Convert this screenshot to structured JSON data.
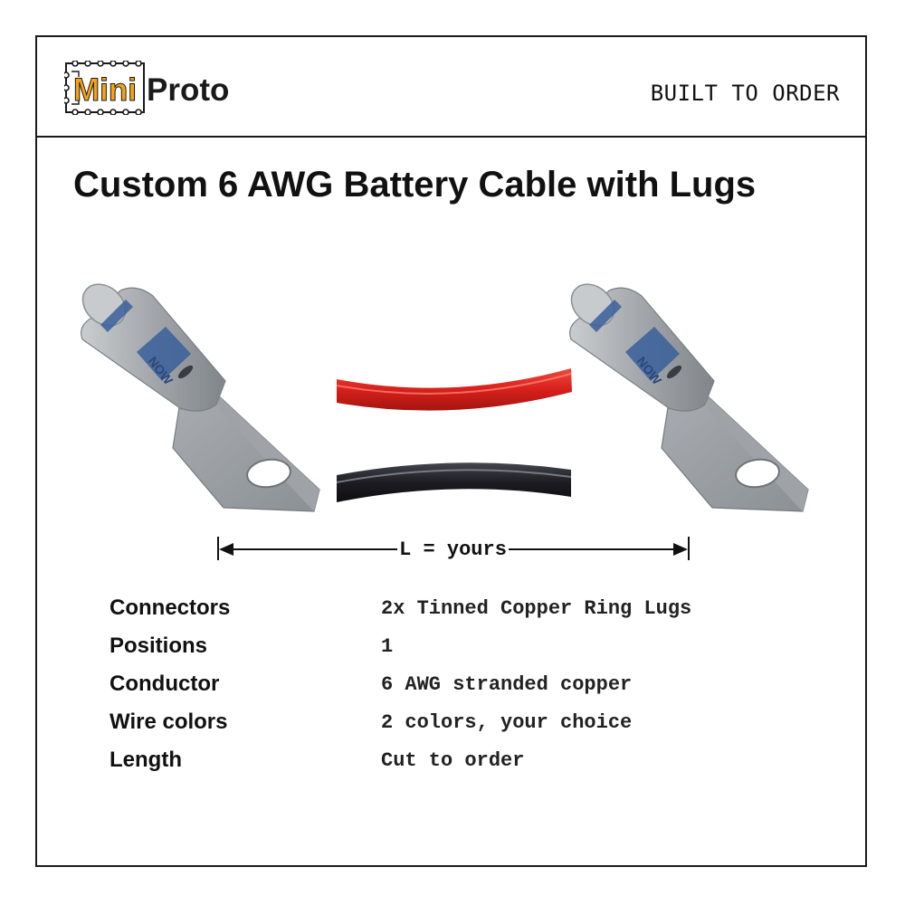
{
  "brand": {
    "name_part1": "Mini",
    "name_part2": "Proto",
    "logo_icon": "circuit-board-icon",
    "accent_color": "#f5a315",
    "text_color": "#1a1a1a"
  },
  "header": {
    "tag": "BUILT TO ORDER"
  },
  "product": {
    "title": "Custom 6 AWG Battery Cable with Lugs"
  },
  "illustration": {
    "left_connector_icon": "ring-lug-icon",
    "right_connector_icon": "ring-lug-icon",
    "wires": [
      {
        "color_name": "red",
        "color": "#d8201c"
      },
      {
        "color_name": "black",
        "color": "#1c1c22"
      }
    ],
    "lug_band_color": "#3a5f9a",
    "length_label": "L = yours"
  },
  "specs": [
    {
      "label": "Connectors",
      "value": "2x Tinned Copper Ring Lugs"
    },
    {
      "label": "Positions",
      "value": "1"
    },
    {
      "label": "Conductor",
      "value": "6 AWG stranded copper"
    },
    {
      "label": "Wire colors",
      "value": "2 colors, your choice"
    },
    {
      "label": "Length",
      "value": "Cut to order"
    }
  ]
}
